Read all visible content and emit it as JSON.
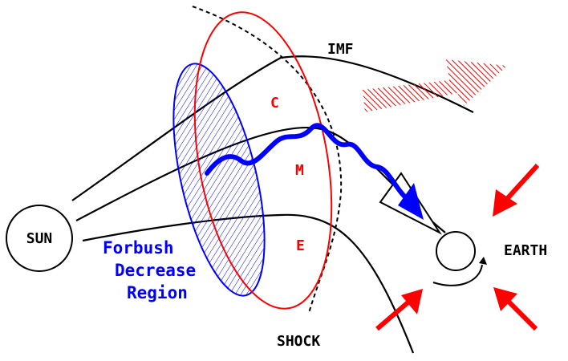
{
  "colors": {
    "cme": "#ff0000",
    "forbush": "#0000ff",
    "lines": "#000000",
    "arrows": "#ff0000"
  },
  "labels": {
    "sun": "SUN",
    "imf": "IMF",
    "shock": "SHOCK",
    "earth": "EARTH",
    "cme_letters": [
      "C",
      "M",
      "E"
    ],
    "forbush": [
      "Forbush",
      "Decrease",
      "Region"
    ]
  },
  "icons": {
    "solar_wind_arrow": "hatched-arrow-icon",
    "compression_arrows": "red-arrow-icon",
    "rotation": "curved-arrow-icon"
  }
}
